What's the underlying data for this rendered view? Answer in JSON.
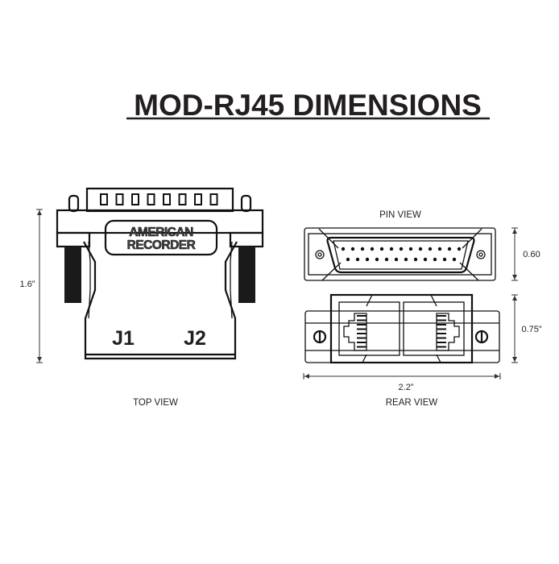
{
  "title": "MOD-RJ45 DIMENSIONS",
  "top_view": {
    "label": "TOP VIEW",
    "height_dim": "1.6”",
    "logo_line1": "AMERICAN",
    "logo_line2": "RECORDER",
    "port1": "J1",
    "port2": "J2"
  },
  "pin_view": {
    "label": "PIN VIEW",
    "height_dim": "0.60"
  },
  "rear_view": {
    "label": "REAR VIEW",
    "height_dim": "0.75”",
    "width_dim": "2.2”"
  }
}
